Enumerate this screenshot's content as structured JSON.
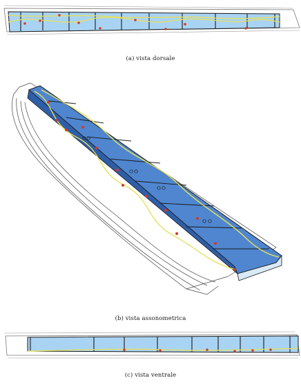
{
  "figure": {
    "captions": {
      "dorsal": "(a) vista dorsale",
      "isometric": "(b) vista assonometrica",
      "ventral": "(c) vista ventrale"
    },
    "colors": {
      "panel_fill_light": "#b9dcf5",
      "panel_fill_blue": "#4f86cf",
      "panel_fill_dark": "#2f5ea8",
      "structure_line": "#1a1a1a",
      "cable_yellow": "#e6e05a",
      "sensor_red": "#d23a2a",
      "outline_gray": "#555555"
    }
  }
}
